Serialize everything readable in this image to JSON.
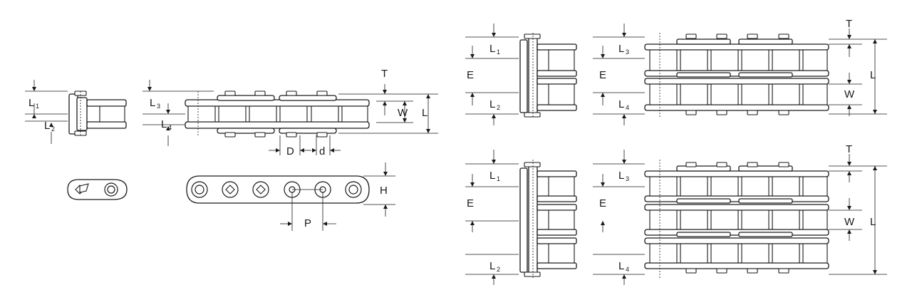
{
  "diagram": {
    "dimension_labels": {
      "L1": {
        "base": "L",
        "sub": "1"
      },
      "L2": {
        "base": "L",
        "sub": "2"
      },
      "L3": {
        "base": "L",
        "sub": "3"
      },
      "L4": {
        "base": "L",
        "sub": "4"
      },
      "T": "T",
      "W": "W",
      "L": "L",
      "D": "D",
      "d": "d",
      "H": "H",
      "P": "P",
      "E": "E"
    },
    "views": [
      {
        "id": "simplex",
        "strands": 1
      },
      {
        "id": "duplex",
        "strands": 2
      },
      {
        "id": "triplex",
        "strands": 3
      }
    ],
    "colors": {
      "line": "#1a1a1a",
      "background": "#ffffff"
    }
  }
}
